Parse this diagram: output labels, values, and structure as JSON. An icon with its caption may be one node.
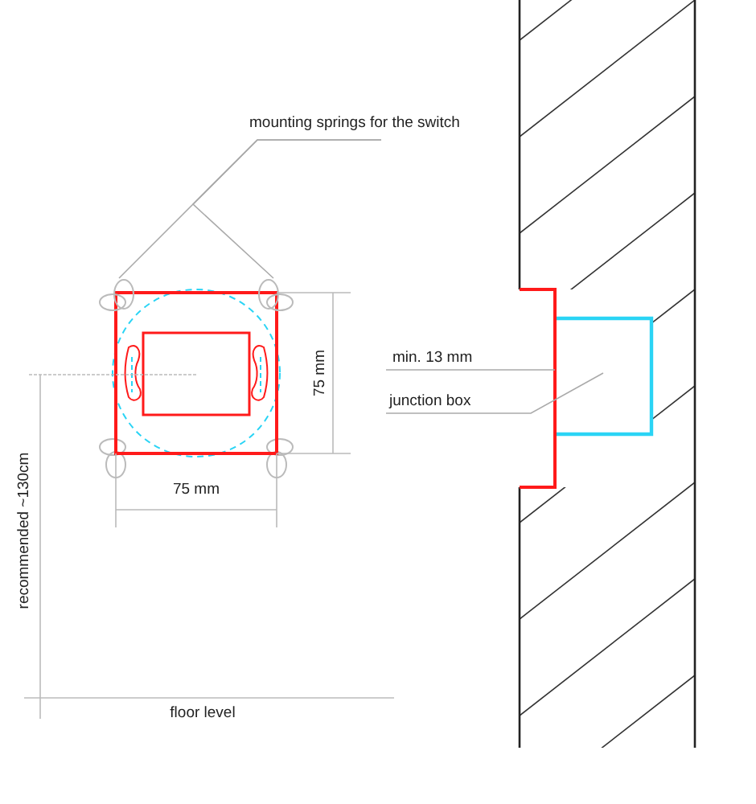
{
  "diagram": {
    "nodes": [
      {
        "text": [
          "mounting springs for the switch"
        ]
      },
      {
        "text": [],
        "shape": "ellipse"
      },
      {
        "text": [],
        "shape": "ellipse"
      },
      {
        "text": [
          "min. 13 mm"
        ]
      },
      {
        "text": [],
        "shape": "bar"
      },
      {
        "text": [
          "junction box"
        ]
      },
      {
        "text": [],
        "shape": "box"
      }
    ],
    "edges": [
      {
        "from": 0,
        "to": 1,
        "arrow": "none"
      },
      {
        "from": 0,
        "to": 2,
        "arrow": "none"
      },
      {
        "from": 3,
        "to": 4,
        "arrow": "none"
      },
      {
        "from": 5,
        "to": 6,
        "arrow": "none"
      }
    ],
    "labels": [
      "75 mm",
      "75 mm",
      "recommended ~130cm",
      "floor level"
    ]
  }
}
